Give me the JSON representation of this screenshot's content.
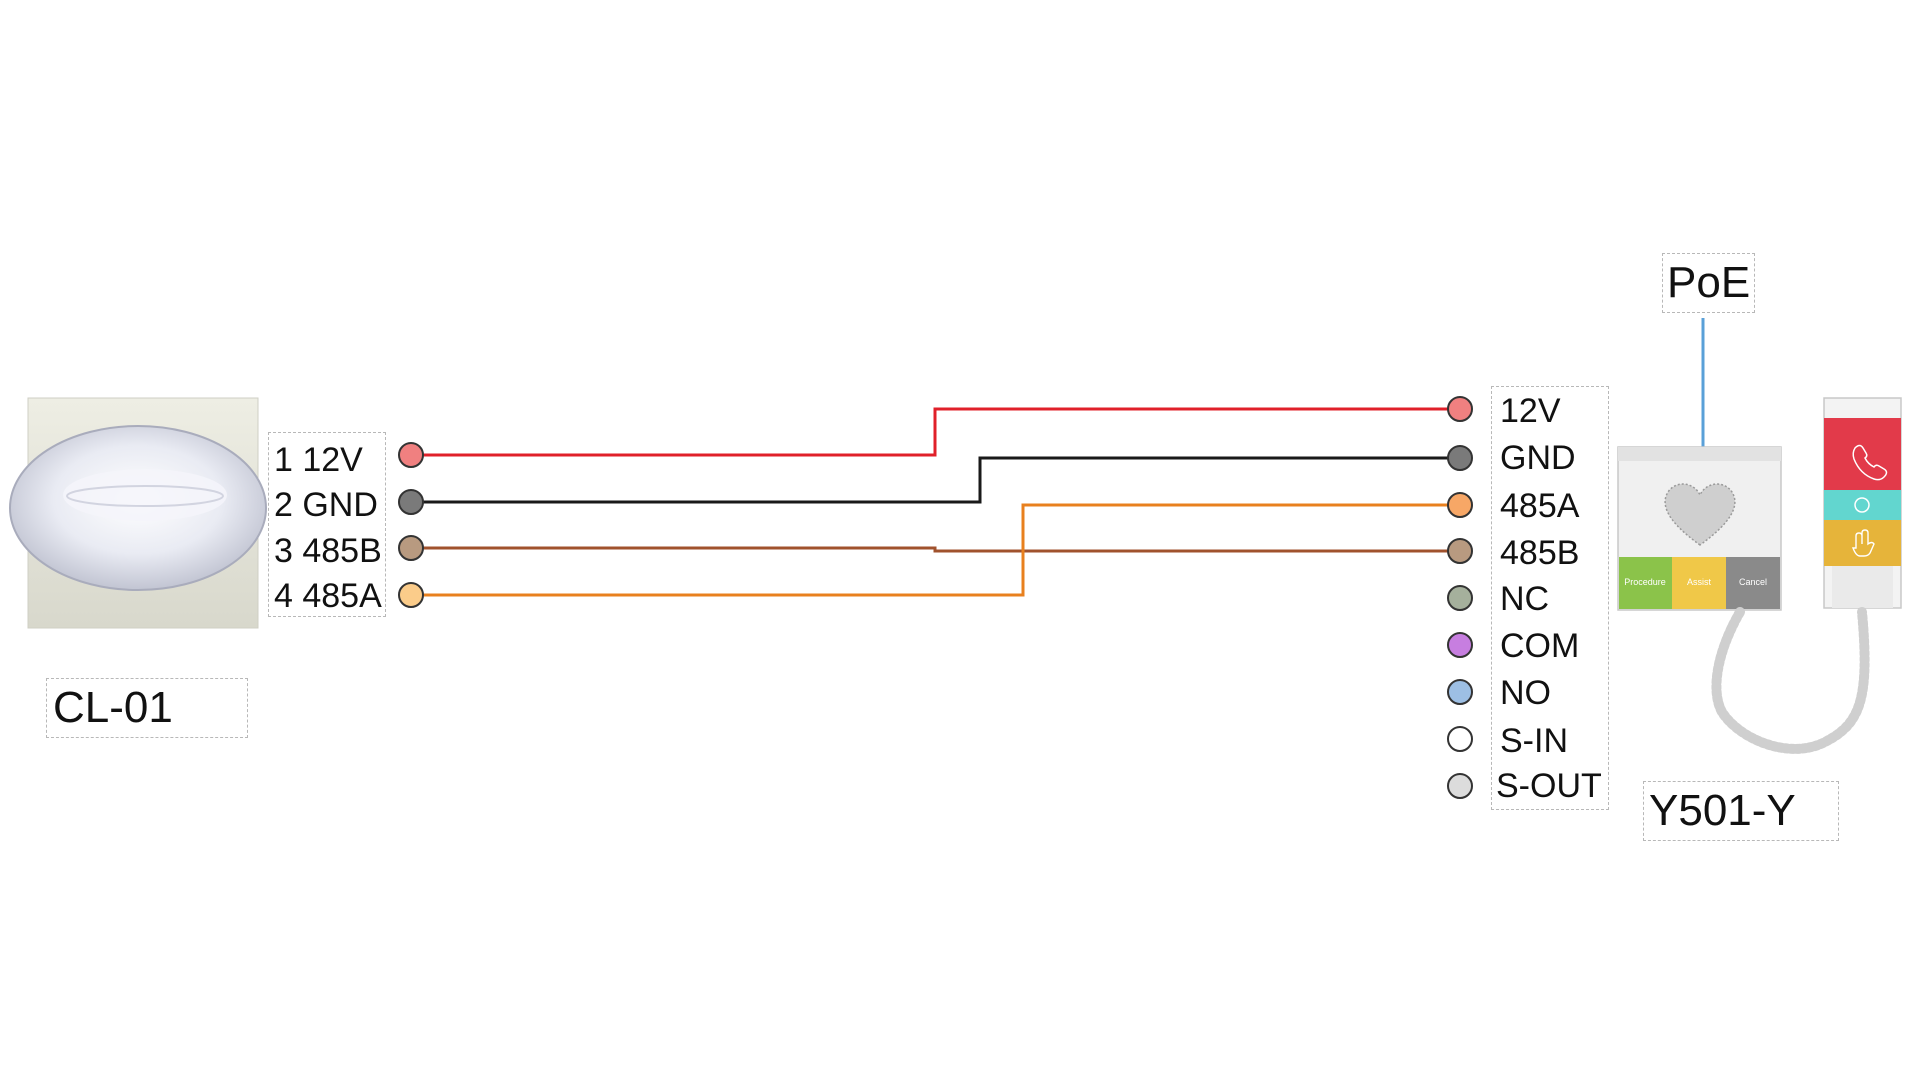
{
  "devices": {
    "left_name": "CL-01",
    "right_name": "Y501-Y",
    "power_label": "PoE"
  },
  "left_pins": [
    {
      "label": "1 12V",
      "color": "#f08080"
    },
    {
      "label": "2 GND",
      "color": "#7a7a7a"
    },
    {
      "label": "3 485B",
      "color": "#b89a80"
    },
    {
      "label": "4 485A",
      "color": "#fbcc8a"
    }
  ],
  "right_terminals": [
    {
      "label": "12V",
      "color": "#f08080"
    },
    {
      "label": "GND",
      "color": "#7a7a7a"
    },
    {
      "label": "485A",
      "color": "#f7a766"
    },
    {
      "label": "485B",
      "color": "#b89a80"
    },
    {
      "label": "NC",
      "color": "#a5b09c"
    },
    {
      "label": "COM",
      "color": "#c77ee0"
    },
    {
      "label": "NO",
      "color": "#9dbfe4"
    },
    {
      "label": "S-IN",
      "color": "#ffffff"
    },
    {
      "label": "S-OUT",
      "color": "#dcdcdc"
    }
  ],
  "wire_colors": {
    "red": "#e0202a",
    "black": "#1a1a1a",
    "brown": "#a0522d",
    "orange": "#e8801e",
    "poe": "#5aa0d8"
  },
  "panel_buttons": [
    "Procedure",
    "Assist",
    "Cancel"
  ]
}
